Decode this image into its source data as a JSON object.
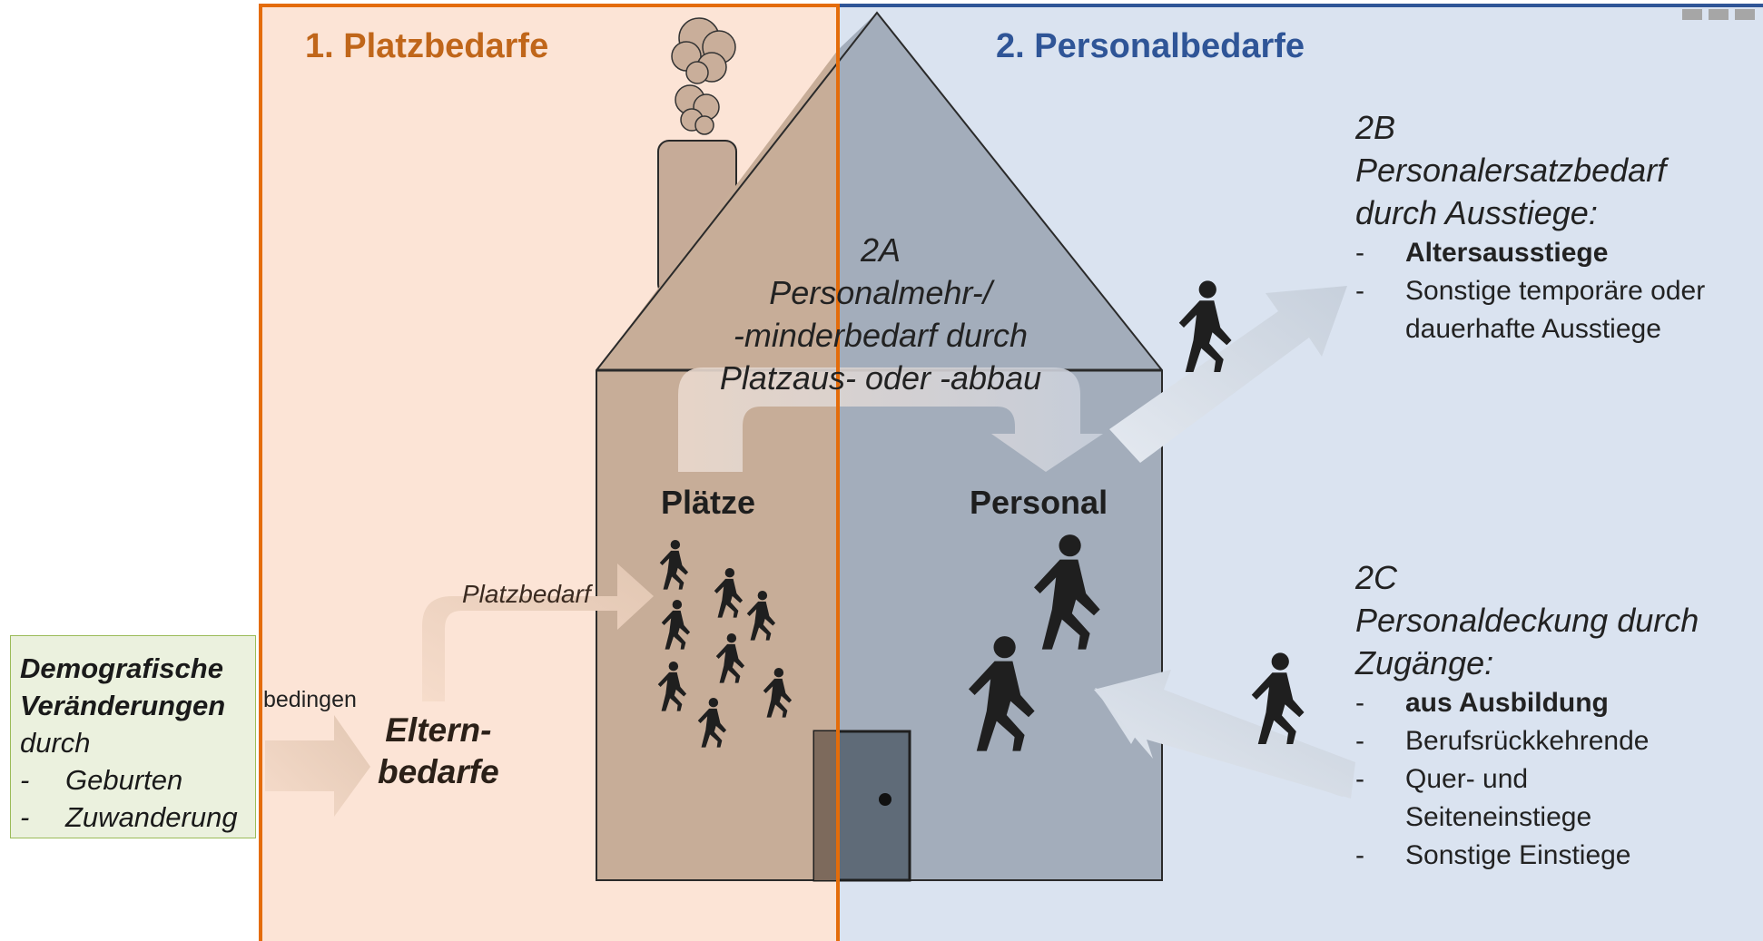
{
  "sections": {
    "platz_title": "1. Platzbedarfe",
    "personal_title": "2. Personalbedarfe"
  },
  "demographic": {
    "line1": "Demografische",
    "line2": "Veränderungen",
    "line3": "durch",
    "items": [
      "Geburten",
      "Zuwanderung"
    ],
    "dash": "-"
  },
  "flow": {
    "bedingen": "bedingen",
    "eltern_line1": "Eltern-",
    "eltern_line2": "bedarfe",
    "platzbedarf": "Platzbedarf"
  },
  "house": {
    "plaetze": "Plätze",
    "personal": "Personal"
  },
  "box_2a": {
    "label": "2A",
    "line1": "Personalmehr-/",
    "line2": "-minderbedarf durch",
    "line3": "Platzaus- oder -abbau"
  },
  "box_2b": {
    "label": "2B",
    "line1": "Personalersatzbedarf",
    "line2": "durch Ausstiege:",
    "items": [
      {
        "text": "Altersausstiege",
        "bold": true
      },
      {
        "text": "Sonstige temporäre oder",
        "bold": false
      },
      {
        "text": "dauerhafte Ausstiege",
        "bold": false
      }
    ]
  },
  "box_2c": {
    "label": "2C",
    "line1": "Personaldeckung durch",
    "line2": "Zugänge:",
    "items": [
      {
        "text": "aus Ausbildung",
        "bold": true
      },
      {
        "text": "Berufsrückkehrende",
        "bold": false
      },
      {
        "text": "Quer- und",
        "bold": false
      },
      {
        "text": "Seiteneinstiege",
        "bold": false
      },
      {
        "text": "Sonstige Einstiege",
        "bold": false
      }
    ]
  },
  "colors": {
    "platz_accent": "#e46c0a",
    "platz_bg": "#fce4d6",
    "personal_accent": "#2f5597",
    "personal_bg": "#dae3f0",
    "demo_bg": "#ebf1de",
    "demo_border": "#9bbb59"
  },
  "icons": {
    "person": "walking-person-icon",
    "smoke": "smoke-cloud-icon",
    "door": "door-icon"
  }
}
